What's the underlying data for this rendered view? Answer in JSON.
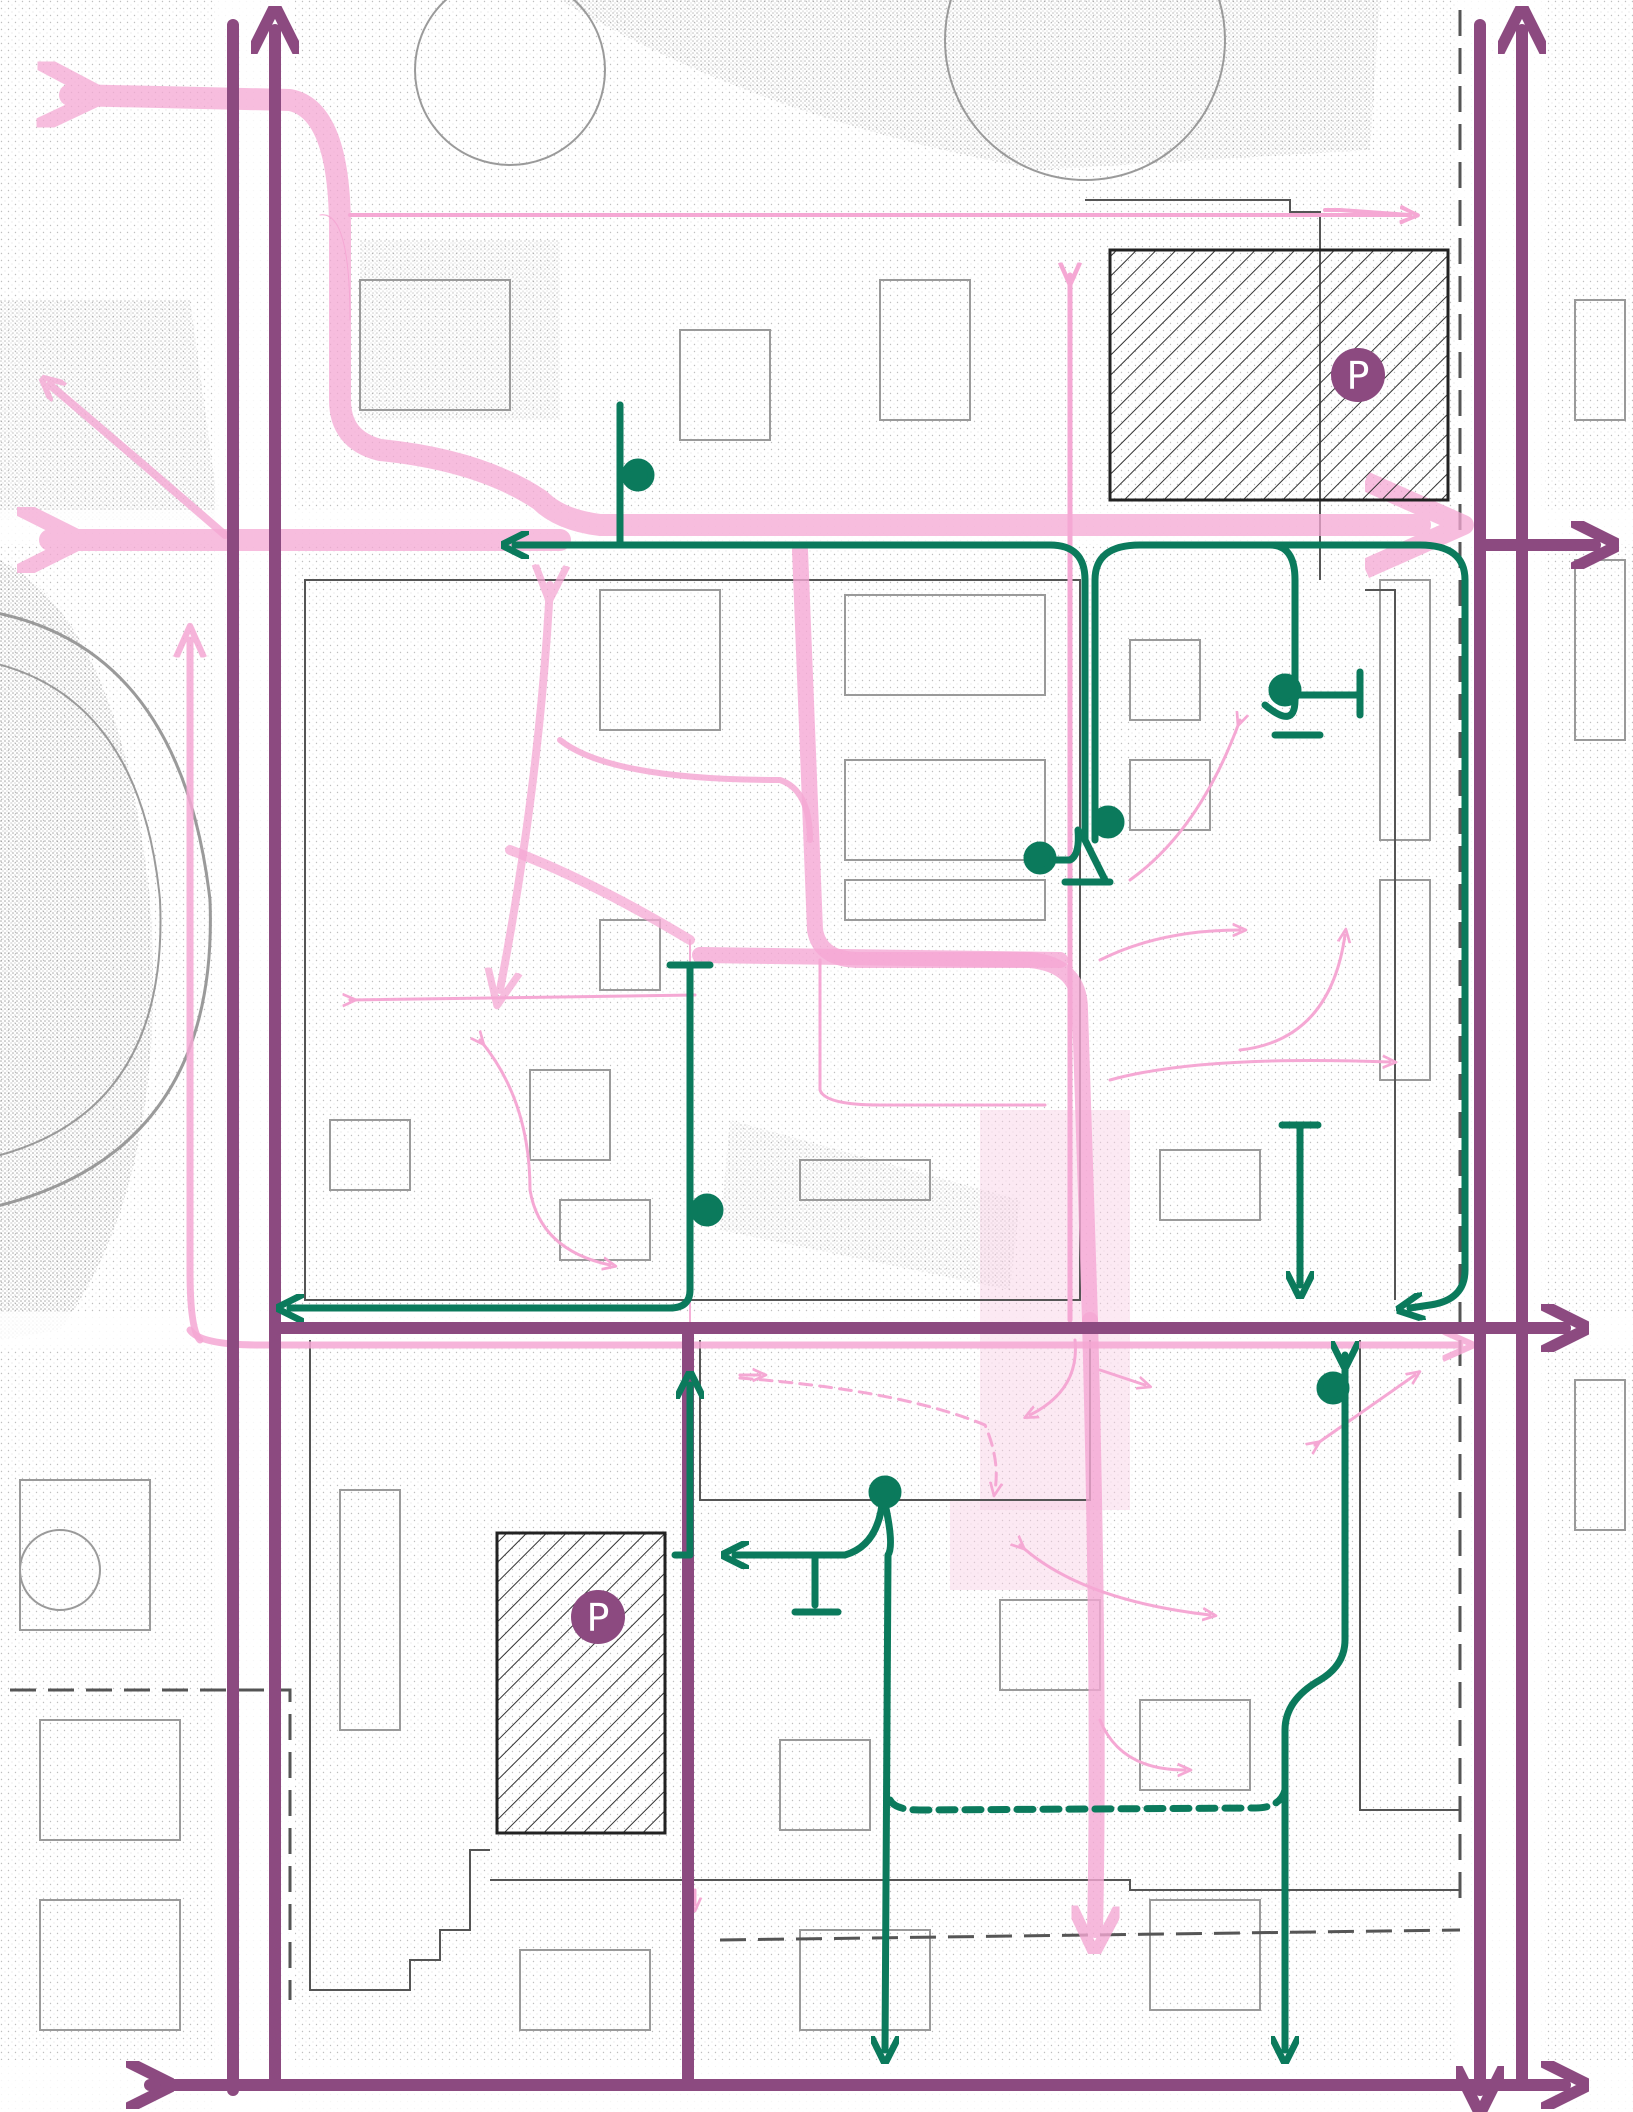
{
  "map": {
    "type": "site-circulation-plan",
    "legend": null,
    "colors": {
      "background": "#ffffff",
      "building_outline": "#9a9a9a",
      "site_boundary": "#555555",
      "stipple": "#8a8a8a",
      "major_road": "#8c4a80",
      "vehicle_route": "#0b7a5c",
      "pedestrian_route": "#f5a8d4",
      "plaza_highlight": "#f9cfe4",
      "parking_hatch": "#333333"
    },
    "icons": {
      "major_road_arrow": "arrow-head-icon",
      "vehicle_entry": "dot-terminal-icon",
      "vehicle_stop": "t-bar-terminal-icon",
      "parking": "parking-p-icon"
    },
    "parking": [
      {
        "label": "P"
      },
      {
        "label": "P"
      }
    ]
  }
}
